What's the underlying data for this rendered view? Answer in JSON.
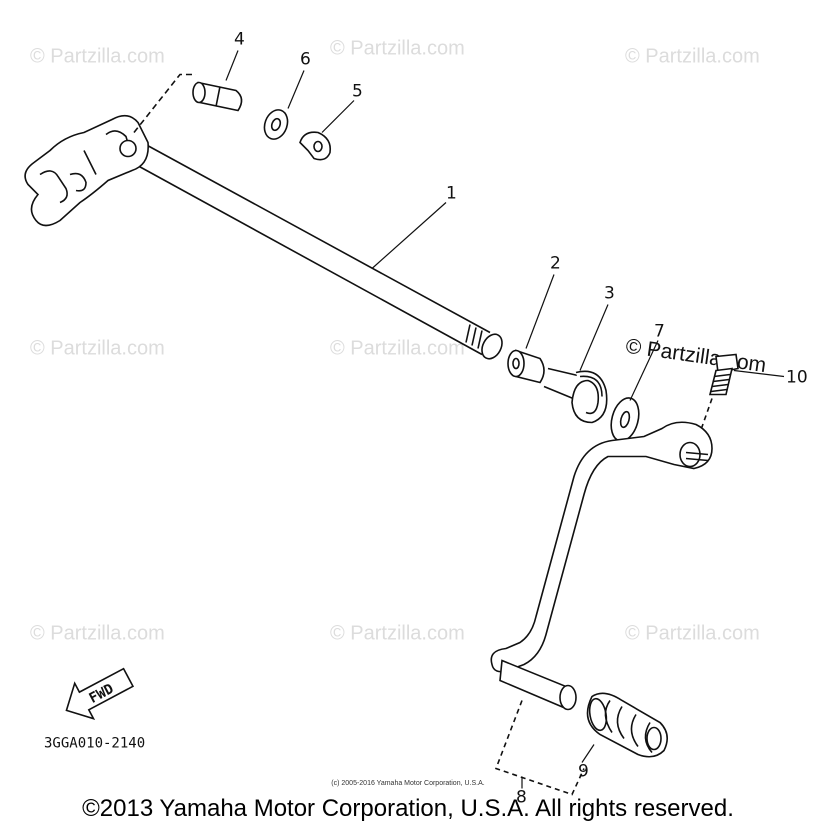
{
  "watermarks": {
    "text": "© Partzilla.com",
    "prominent": "© Partzilla.com"
  },
  "callouts": {
    "c1": "1",
    "c2": "2",
    "c3": "3",
    "c4": "4",
    "c5": "5",
    "c6": "6",
    "c7": "7",
    "c8": "8",
    "c9": "9",
    "c10": "10"
  },
  "fwd_label": "FWD",
  "part_code": "3GGA010-2140",
  "footer": {
    "small_copyright": "(c) 2005-2016 Yamaha Motor Corporation, U.S.A.",
    "main_copyright": "©2013 Yamaha Motor Corporation, U.S.A. All rights reserved."
  }
}
